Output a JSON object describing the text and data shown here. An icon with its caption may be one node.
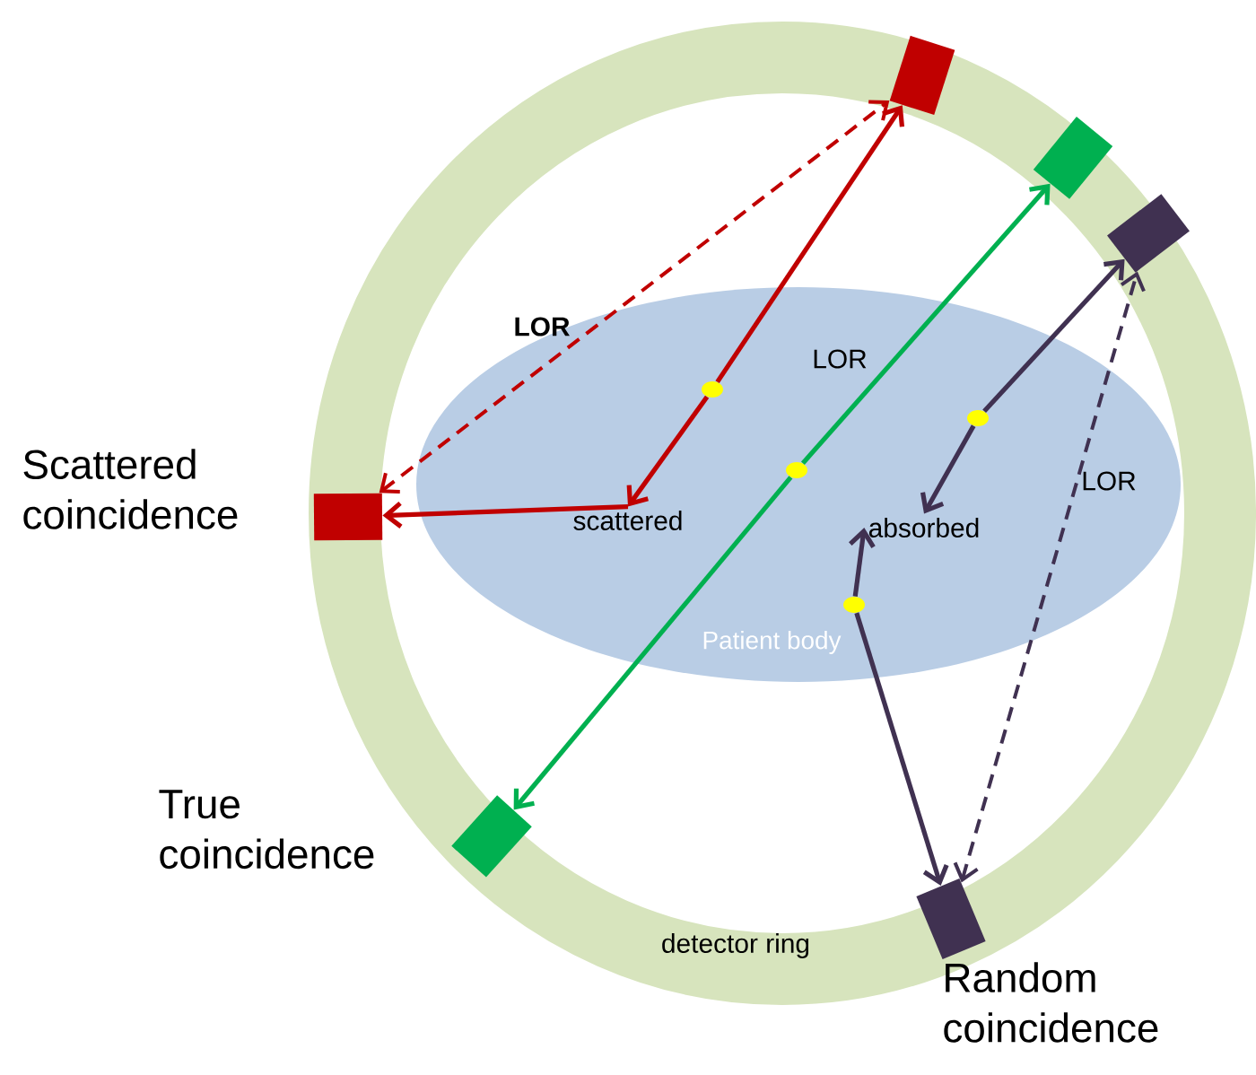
{
  "diagram": {
    "nodes": [
      {
        "text": [
          "detector ring"
        ]
      },
      {
        "text": [
          "Patient body"
        ],
        "in": 0
      },
      {
        "text": [],
        "shape": "box",
        "in": 0
      },
      {
        "text": [],
        "shape": "box",
        "beside": [
          "Scattered coincidence"
        ],
        "in": 0
      },
      {
        "text": [],
        "shape": "box",
        "in": 0
      },
      {
        "text": [],
        "shape": "box",
        "beside": [
          "True coincidence"
        ],
        "in": 0
      },
      {
        "text": [],
        "shape": "box",
        "in": 0
      },
      {
        "text": [],
        "shape": "box",
        "beside": [
          "Random coincidence"
        ],
        "in": 0
      },
      {
        "text": [],
        "shape": "circle",
        "in": 1
      },
      {
        "text": [],
        "shape": "circle",
        "in": 1
      },
      {
        "text": [],
        "shape": "circle",
        "in": 1
      },
      {
        "text": [],
        "shape": "circle",
        "in": 1
      },
      {
        "text": [
          "scattered"
        ],
        "in": 1
      },
      {
        "text": [
          "absorbed"
        ],
        "in": 1
      }
    ],
    "edges": [
      {
        "from": 8,
        "to": 2,
        "arrow": "to",
        "color": "#c00000"
      },
      {
        "from": 8,
        "to": 12,
        "arrow": "to",
        "color": "#c00000"
      },
      {
        "from": 12,
        "to": 3,
        "arrow": "to",
        "color": "#c00000"
      },
      {
        "from": 3,
        "to": 2,
        "arrow": "both",
        "style": "dashed",
        "color": "#c00000",
        "label": "LOR"
      },
      {
        "from": 9,
        "to": 4,
        "arrow": "to",
        "color": "#00b050",
        "label": "LOR"
      },
      {
        "from": 9,
        "to": 5,
        "arrow": "to",
        "color": "#00b050"
      },
      {
        "from": 10,
        "to": 6,
        "arrow": "to"
      },
      {
        "from": 10,
        "to": 13,
        "arrow": "to"
      },
      {
        "from": 11,
        "to": 7,
        "arrow": "to"
      },
      {
        "from": 11,
        "to": 13,
        "arrow": "to"
      },
      {
        "from": 7,
        "to": 6,
        "arrow": "both",
        "style": "dashed",
        "label": "LOR"
      }
    ]
  }
}
